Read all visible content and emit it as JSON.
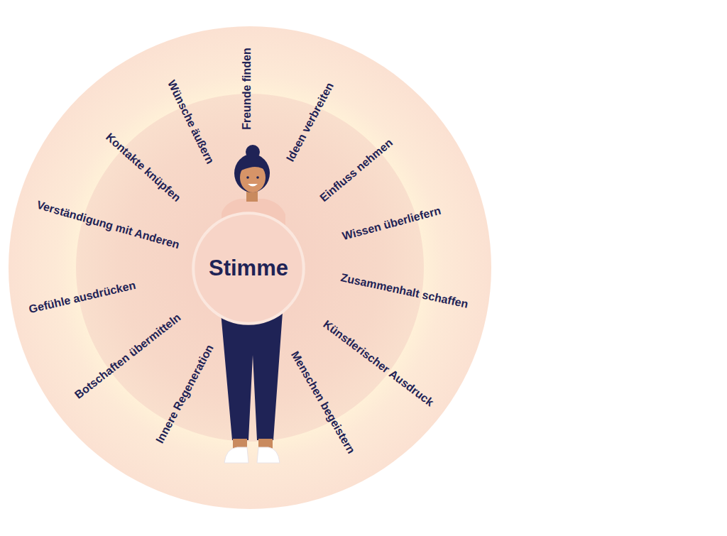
{
  "diagram": {
    "nodes": [
      {
        "text": [
          "Stimme"
        ]
      }
    ],
    "labels": [
      "Freunde finden",
      "Ideen verbreiten",
      "Einfluss nehmen",
      "Wissen überliefern",
      "Zusammenhalt schaffen",
      "Künstlerischer Ausdruck",
      "Menschen begeistern",
      "Innere Regeneration",
      "Botschaften übermitteln",
      "Gefühle ausdrücken",
      "Verständigung mit Anderen",
      "Kontakte knüpfen",
      "Wünsche äußern"
    ]
  }
}
